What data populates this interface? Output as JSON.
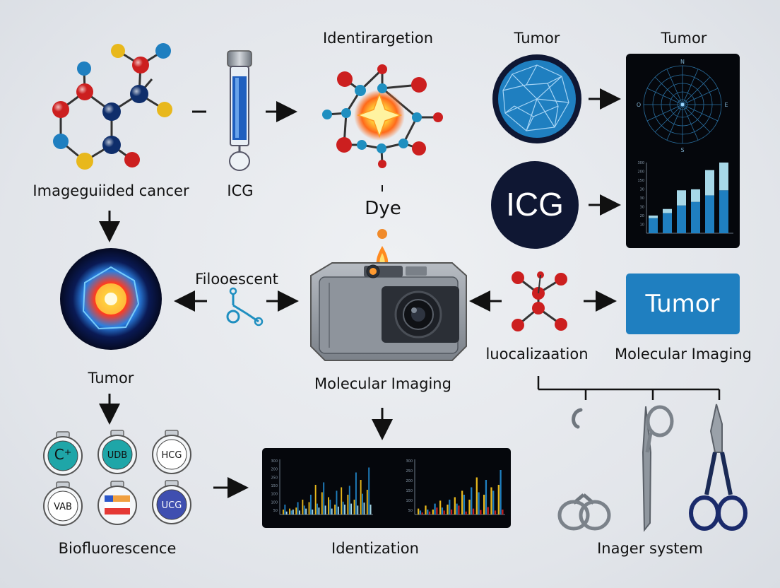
{
  "labels": {
    "imageguided": "Imageguiided cancer",
    "icg_tube": "ICG",
    "identirargetion": "Identirargetion",
    "dye": "Dye",
    "tumor_top_circle": "Tumor",
    "tumor_top_panel": "Tumor",
    "icg_circle": "ICG",
    "filooescent": "Filooescent",
    "tumor_box": "Tumor",
    "luocalization": "luocalizaation",
    "molecular_imaging_right": "Molecular Imaging",
    "molecular_imaging_center": "Molecular Imaging",
    "tumor_left": "Tumor",
    "biofluorescence": "Biofluorescence",
    "identization": "Identization",
    "imager_system": "Inager system"
  },
  "vials": [
    {
      "text": "C⁺",
      "fill": "#1fa6a8"
    },
    {
      "text": "UDB",
      "fill": "#1fa6a8"
    },
    {
      "text": "HCG",
      "fill": "#ffffff"
    },
    {
      "text": "VAB",
      "fill": "#ffffff"
    },
    {
      "text": "",
      "fill": "#e53935"
    },
    {
      "text": "UCG",
      "fill": "#3f4fb0"
    }
  ],
  "colors": {
    "navy": "#0f1733",
    "blue": "#1f7fc0",
    "red": "#cc1f1f",
    "yellow": "#e8b81c",
    "teal": "#1fa6a8",
    "lightblue": "#a7d8e8"
  },
  "charts": {
    "panel_stacked": {
      "type": "bar",
      "y_ticks": [
        "300",
        "200",
        "150",
        "30",
        "30",
        "30",
        "20",
        "10"
      ],
      "values_base": [
        30,
        40,
        55,
        62,
        75,
        85
      ],
      "values_top": [
        5,
        8,
        30,
        25,
        50,
        55
      ]
    },
    "identization_left": {
      "type": "bar",
      "y_ticks": [
        "300",
        "200",
        "250",
        "150",
        "100",
        "100",
        "50"
      ],
      "series": [
        {
          "color": "#e8b81c",
          "values": [
            10,
            12,
            14,
            30,
            25,
            60,
            45,
            35,
            20,
            55,
            40,
            30,
            70,
            50
          ]
        },
        {
          "color": "#1f7fc0",
          "values": [
            20,
            8,
            25,
            18,
            40,
            22,
            65,
            30,
            48,
            26,
            58,
            85,
            42,
            95
          ]
        },
        {
          "color": "#a7d8e8",
          "values": [
            6,
            10,
            8,
            12,
            10,
            14,
            18,
            12,
            16,
            20,
            22,
            18,
            24,
            20
          ]
        }
      ]
    },
    "identization_right": {
      "type": "bar",
      "y_ticks": [
        "300",
        "250",
        "200",
        "150",
        "100",
        "50"
      ],
      "series": [
        {
          "color": "#e8b81c",
          "values": [
            12,
            18,
            10,
            28,
            20,
            35,
            48,
            30,
            75,
            40,
            55,
            60
          ]
        },
        {
          "color": "#1f7fc0",
          "values": [
            8,
            10,
            22,
            14,
            30,
            22,
            40,
            55,
            45,
            70,
            48,
            90
          ]
        },
        {
          "color": "#cc1f1f",
          "values": [
            4,
            6,
            14,
            8,
            10,
            18,
            6,
            12,
            9,
            15,
            8,
            10
          ]
        }
      ]
    }
  }
}
